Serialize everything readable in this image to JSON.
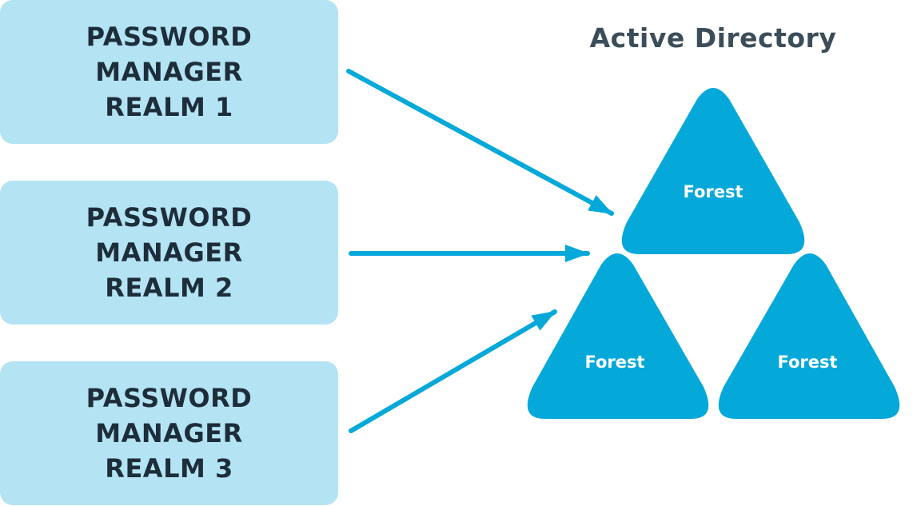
{
  "colors": {
    "realm_fill": "#b4e4f3",
    "realm_text": "#1e2d3a",
    "title_text": "#3c4d5a",
    "accent": "#04a8d9",
    "forest_text": "#ffffff"
  },
  "realms": [
    {
      "label": "PASSWORD\nMANAGER\nREALM 1"
    },
    {
      "label": "PASSWORD\nMANAGER\nREALM 2"
    },
    {
      "label": "PASSWORD\nMANAGER\nREALM 3"
    }
  ],
  "active_directory": {
    "title": "Active Directory",
    "forests": [
      {
        "label": "Forest"
      },
      {
        "label": "Forest"
      },
      {
        "label": "Forest"
      }
    ]
  }
}
